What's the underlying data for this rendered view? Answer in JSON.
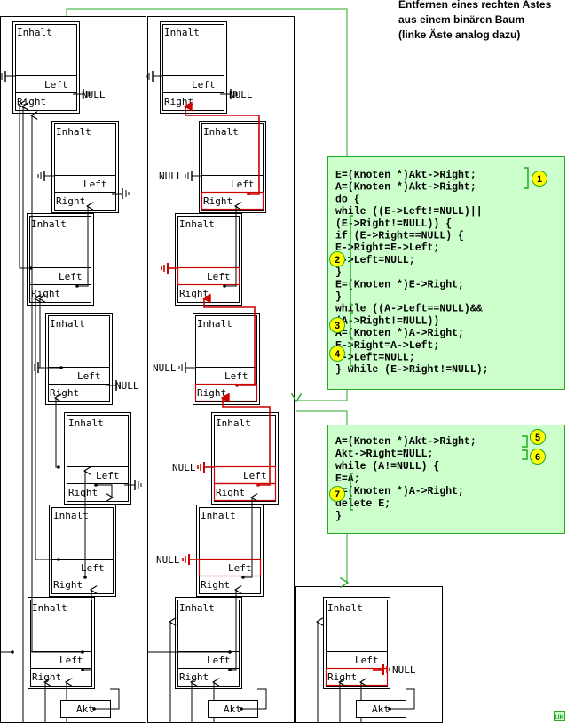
{
  "heading": [
    "Entfernen eines rechten Astes",
    "aus einem binären Baum",
    "(linke Äste analog dazu)"
  ],
  "labels": {
    "field_content": "Inhalt",
    "field_left": "Left",
    "field_right": "Right",
    "null": "NULL",
    "pointer": "Akt"
  },
  "code_block_1": [
    "E=(Knoten *)Akt->Right;",
    "A=(Knoten *)Akt->Right;",
    "do {",
    "  while ((E->Left!=NULL)||",
    "        (E->Right!=NULL)) {",
    "    if (E->Right==NULL) {",
    "      E->Right=E->Left;",
    "      E->Left=NULL;",
    "    }",
    "    E=(Knoten *)E->Right;",
    "  }",
    "  while ((A->Left==NULL)&&",
    "        (A->Right!=NULL))",
    "    A=(Knoten *)A->Right;",
    "  E->Right=A->Left;",
    "  A->Left=NULL;",
    "} while (E->Right!=NULL);"
  ],
  "code_block_2": [
    "A=(Knoten *)Akt->Right;",
    "Akt->Right=NULL;",
    "while (A!=NULL) {",
    "  E=A;",
    "  A=(Knoten *)A->Right;",
    "  delete E;",
    "}"
  ],
  "step_markers": [
    "1",
    "2",
    "3",
    "4",
    "5",
    "6",
    "7"
  ],
  "logo": "UK",
  "colors": {
    "code_bg": "#ccffcc",
    "code_border": "#22aa22",
    "connector": "#22aa22",
    "marker_fill": "#ffff00",
    "highlight": "#cc0000",
    "line": "#000000"
  }
}
